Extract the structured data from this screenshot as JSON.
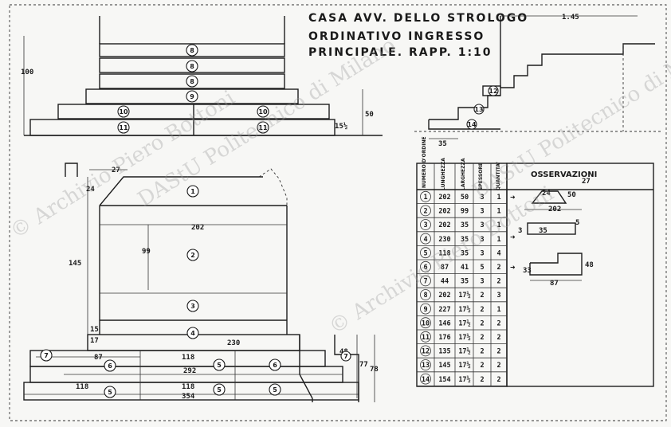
{
  "title": {
    "line1": "CASA AVV. DELLO STROLOGO",
    "line2": "ORDINATIVO  INGRESSO",
    "line3": "PRINCIPALE.   RAPP. 1:10"
  },
  "elevation": {
    "dim_height": "100",
    "dim_side": "50",
    "dim_step": "15½",
    "step_labels": [
      "8",
      "8",
      "8",
      "9",
      "10",
      "10",
      "11",
      "11"
    ]
  },
  "section": {
    "dim_top": "1.45",
    "dim_tread": "35",
    "step_labels": [
      "12",
      "13",
      "14"
    ]
  },
  "plan": {
    "dim_left": "145",
    "dim_top_small": "27",
    "dim_corner": "24",
    "dim_width": "202",
    "dim_depth": "99",
    "dim_bottom": "230",
    "dim_17": "17",
    "dim_15": "15",
    "dim_87": "87",
    "dim_118": "118",
    "dim_292": "292",
    "dim_118b": "118",
    "dim_118c": "118",
    "dim_354": "354",
    "dim_right_a": "77",
    "dim_right_b": "78",
    "dim_48": "48",
    "area_labels": [
      "1",
      "2",
      "3",
      "4"
    ],
    "strip_labels": [
      "5",
      "5",
      "5",
      "5",
      "6",
      "6",
      "7",
      "7"
    ]
  },
  "table": {
    "headers": [
      "NUMERO D'ORDINE",
      "LUNGHEZZA",
      "LARGHEZZA",
      "SPESSORE",
      "QUANTITA'"
    ],
    "observations_header": "OSSERVAZIONI",
    "rows": [
      [
        "1",
        "202",
        "50",
        "3",
        "1"
      ],
      [
        "2",
        "202",
        "99",
        "3",
        "1"
      ],
      [
        "3",
        "202",
        "35",
        "3",
        "1"
      ],
      [
        "4",
        "230",
        "35",
        "3",
        "1"
      ],
      [
        "5",
        "118",
        "35",
        "3",
        "4"
      ],
      [
        "6",
        "87",
        "41",
        "5",
        "2"
      ],
      [
        "7",
        "44",
        "35",
        "3",
        "2"
      ],
      [
        "8",
        "202",
        "17½",
        "2",
        "3"
      ],
      [
        "9",
        "227",
        "17½",
        "2",
        "1"
      ],
      [
        "10",
        "146",
        "17½",
        "2",
        "2"
      ],
      [
        "11",
        "176",
        "17½",
        "2",
        "2"
      ],
      [
        "12",
        "135",
        "17½",
        "2",
        "2"
      ],
      [
        "13",
        "145",
        "17½",
        "2",
        "2"
      ],
      [
        "14",
        "154",
        "17½",
        "2",
        "2"
      ]
    ],
    "obs_dims": {
      "a1": "24",
      "a2": "50",
      "a3": "202",
      "a4": "27",
      "b1": "35",
      "b2": "3",
      "b3": "5",
      "c1": "33",
      "c2": "87",
      "c3": "48"
    }
  },
  "watermarks": [
    "© Archivio Piero Bottoni",
    "DAStU Politecnico di Milano",
    "© Archivio Piero Bottoni",
    "DAStU Politecnico di Milano"
  ]
}
